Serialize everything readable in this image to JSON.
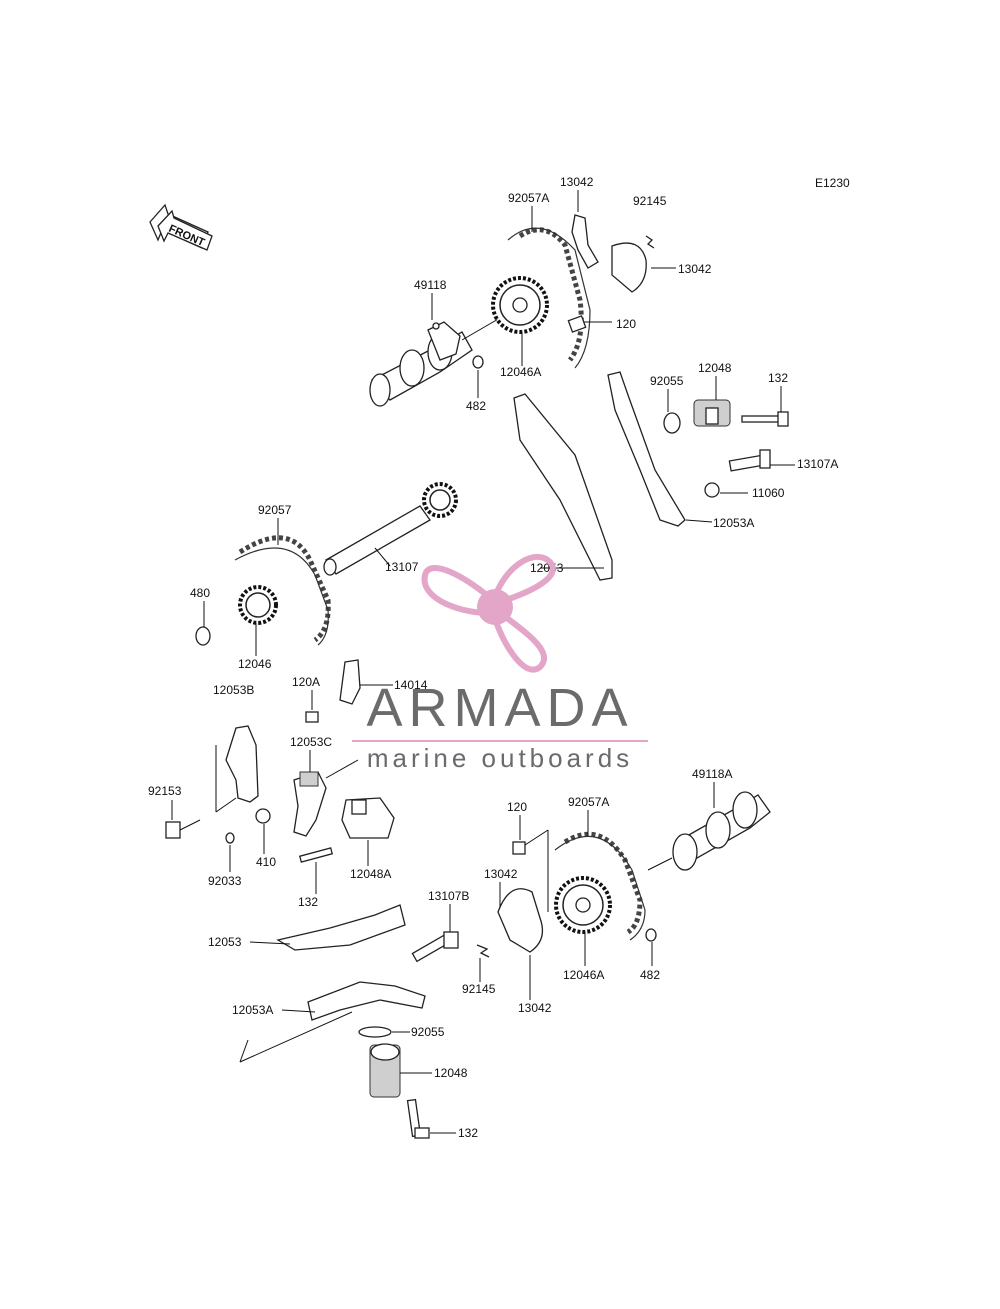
{
  "diagram_code": "E1230",
  "front_label": "FRONT",
  "watermark": {
    "title": "ARMADA",
    "subtitle": "marine outboards",
    "accent_color": "#e4a6c8",
    "text_color": "#6b6b6b"
  },
  "labels": [
    "13042",
    "92057A",
    "92145",
    "13042",
    "49118",
    "120",
    "12046A",
    "482",
    "92055",
    "12048",
    "132",
    "13107A",
    "11060",
    "12053A",
    "92057",
    "13107",
    "12053",
    "480",
    "12046",
    "120A",
    "14014",
    "12053B",
    "12053C",
    "92153",
    "410",
    "92033",
    "132",
    "12048A",
    "120",
    "92057A",
    "49118A",
    "13042",
    "13107B",
    "12053",
    "92145",
    "12046A",
    "482",
    "13042",
    "12053A",
    "92055",
    "12048",
    "132"
  ]
}
